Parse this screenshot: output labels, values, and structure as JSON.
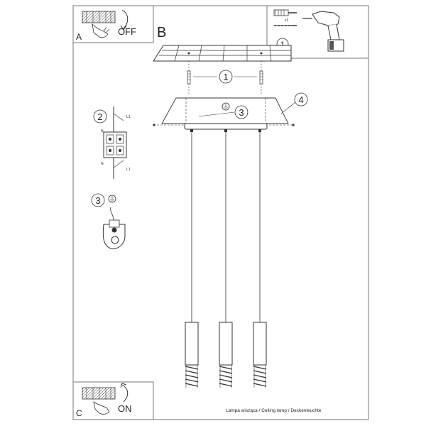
{
  "panels": {
    "a": {
      "letter": "A",
      "state": "OFF"
    },
    "b": {
      "letter": "B"
    },
    "c": {
      "letter": "C",
      "state": "ON"
    }
  },
  "callouts": {
    "anchor_count": "x2",
    "steps": [
      "1",
      "1",
      "2",
      "3",
      "3",
      "4"
    ]
  },
  "terminal": {
    "n_left": "N",
    "n_left2": "N",
    "l1_top": "L1",
    "l1_bottom": "L1"
  },
  "caption": "Lampa wisząca / Ceiling lamp / Deckenleuchte",
  "colors": {
    "line": "#333333",
    "frame": "#888888"
  }
}
